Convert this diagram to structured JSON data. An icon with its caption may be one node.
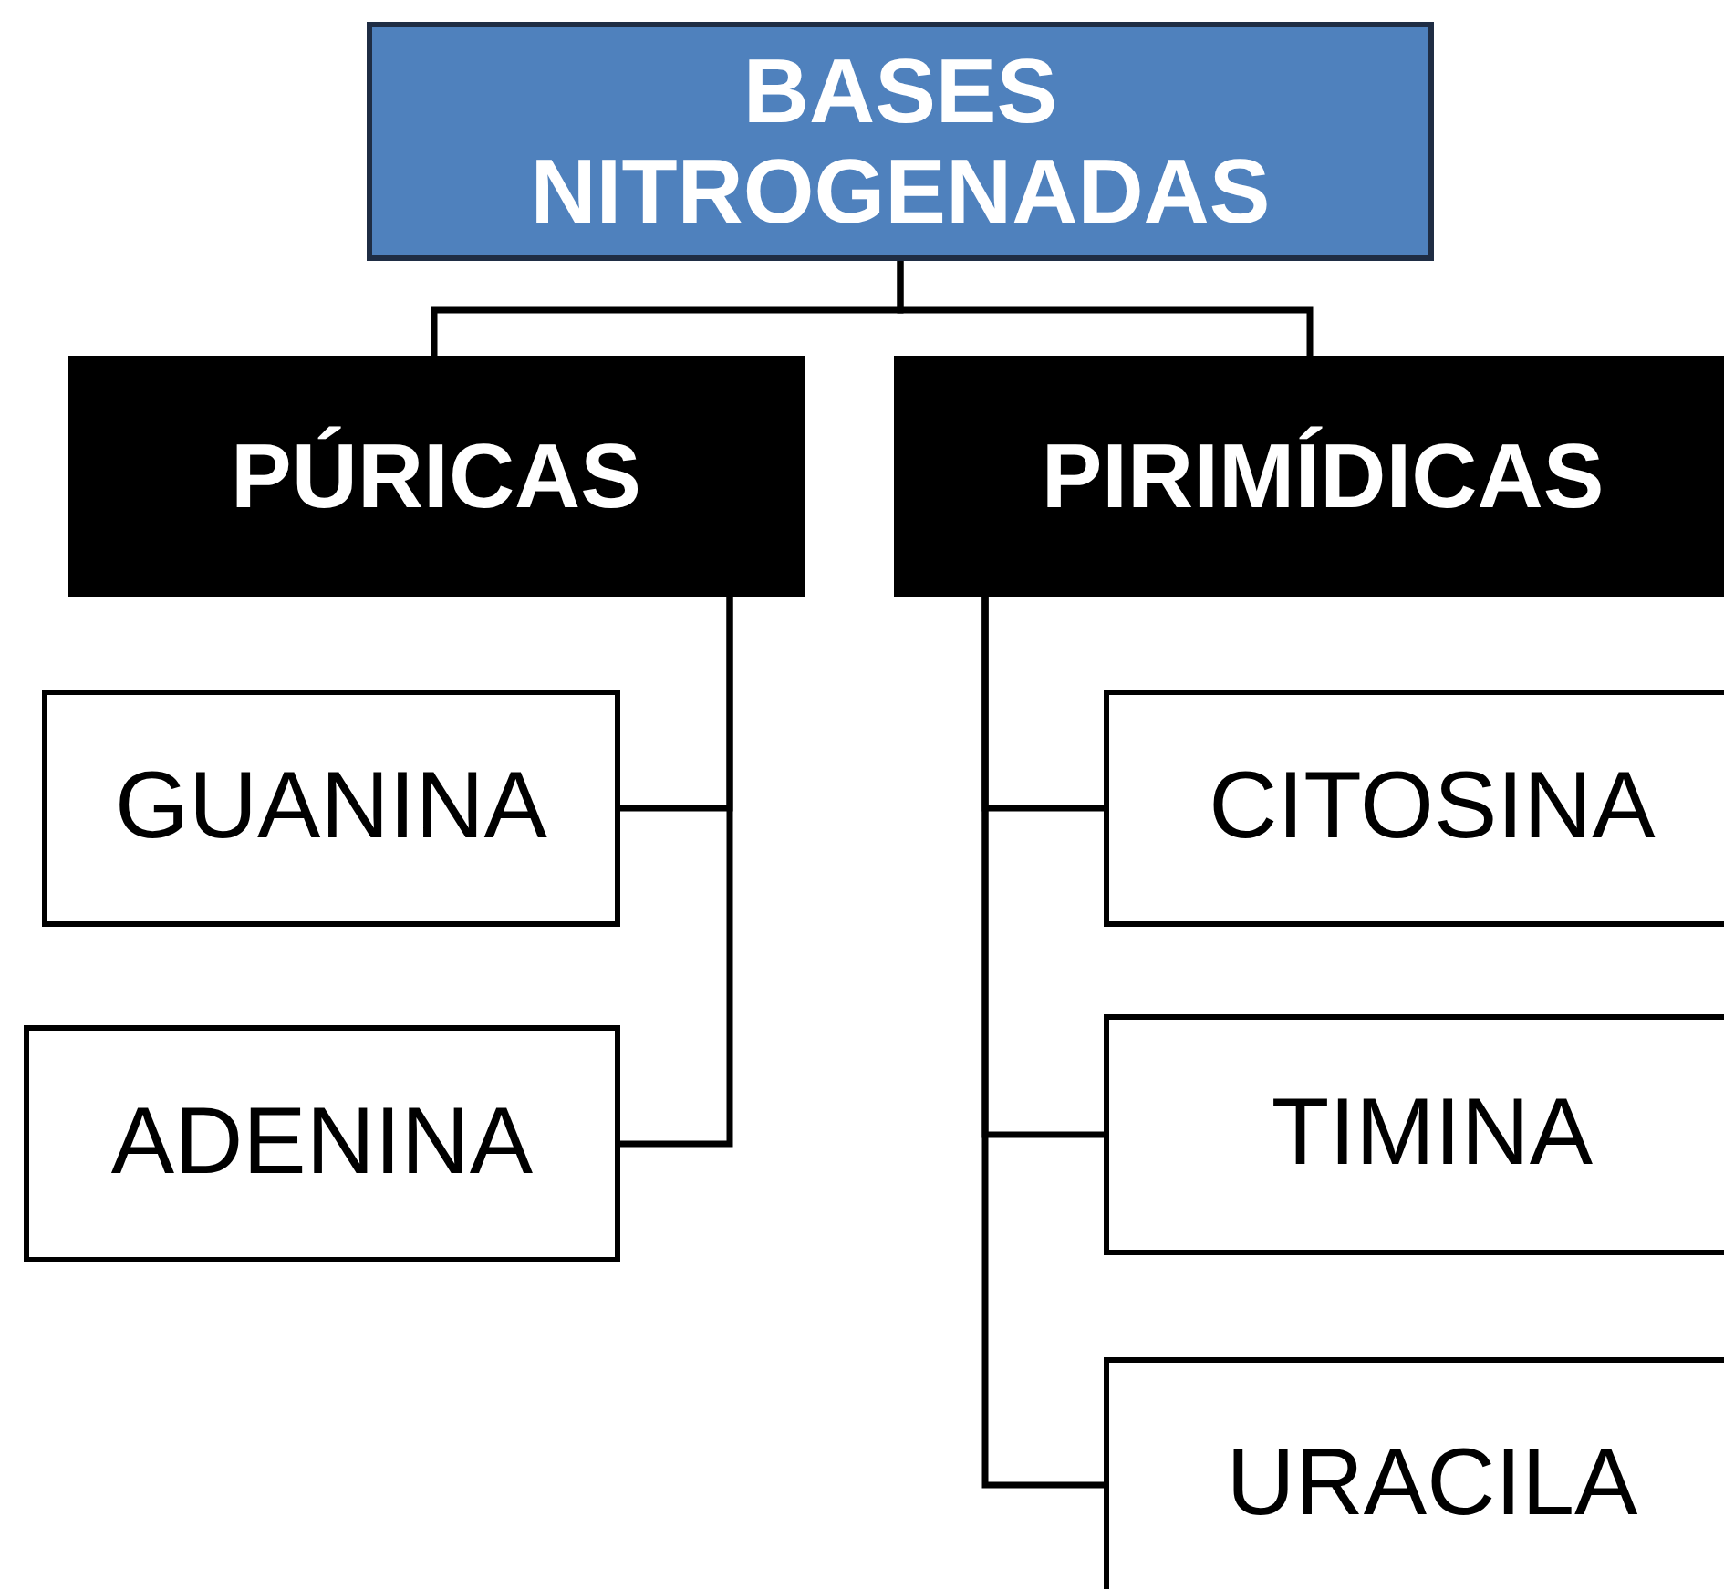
{
  "diagram": {
    "nodes": [
      {
        "text": [
          "BASES NITROGENADAS"
        ]
      },
      {
        "text": [
          "PÚRICAS"
        ]
      },
      {
        "text": [
          "PIRIMÍDICAS"
        ]
      },
      {
        "text": [
          "GUANINA"
        ]
      },
      {
        "text": [
          "ADENINA"
        ]
      },
      {
        "text": [
          "CITOSINA"
        ]
      },
      {
        "text": [
          "TIMINA"
        ]
      },
      {
        "text": [
          "URACILA"
        ]
      }
    ],
    "edges": [
      {
        "from": 0,
        "to": 1,
        "arrow": "none"
      },
      {
        "from": 0,
        "to": 2,
        "arrow": "none"
      },
      {
        "from": 1,
        "to": 3,
        "arrow": "none"
      },
      {
        "from": 1,
        "to": 4,
        "arrow": "none"
      },
      {
        "from": 2,
        "to": 5,
        "arrow": "none"
      },
      {
        "from": 2,
        "to": 6,
        "arrow": "none"
      },
      {
        "from": 2,
        "to": 7,
        "arrow": "none"
      }
    ]
  }
}
